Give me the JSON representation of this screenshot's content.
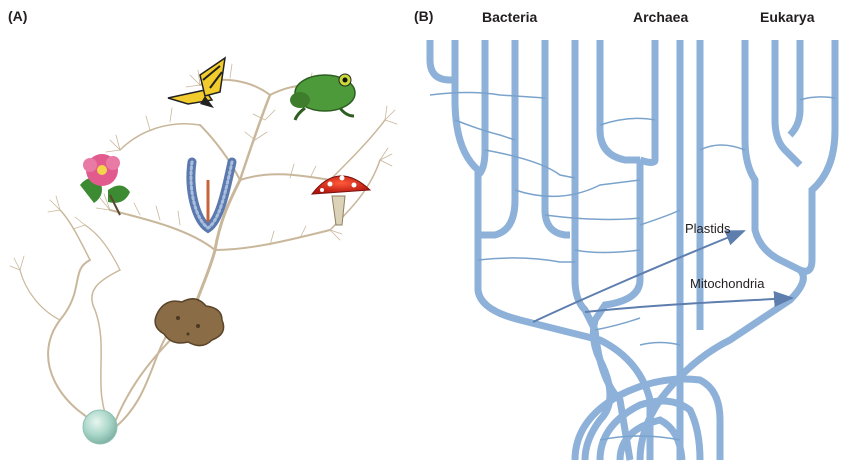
{
  "panel_a": {
    "label": "(A)"
  },
  "panel_b": {
    "label": "(B)",
    "domains": [
      "Bacteria",
      "Archaea",
      "Eukarya"
    ],
    "transfer_labels": {
      "plastids": "Plastids",
      "mitochondria": "Mitochondria"
    }
  },
  "colors": {
    "tree_a": "#c9b79b",
    "tree_b": "#8db1d8",
    "thin_transfer": "#7aa3cc",
    "arrow": "#5e7eae",
    "text": "#231f20"
  },
  "icons": [
    "butterfly-icon",
    "frog-icon",
    "flower-icon",
    "worm-icon",
    "mushroom-icon",
    "sponge-icon",
    "sphere-icon"
  ]
}
